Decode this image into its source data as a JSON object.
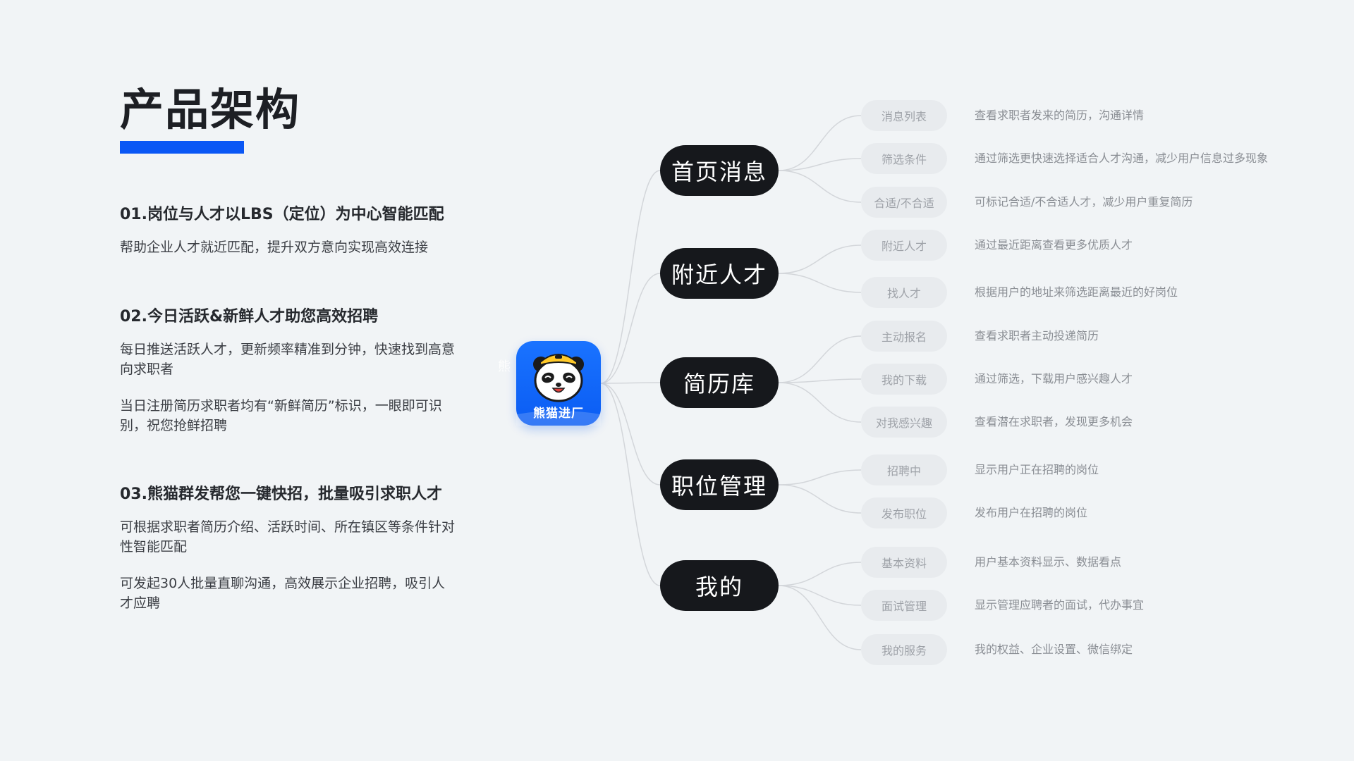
{
  "title": "产品架构",
  "sections": [
    {
      "heading": "01.岗位与人才以LBS（定位）为中心智能匹配",
      "paragraphs": [
        "帮助企业人才就近匹配，提升双方意向实现高效连接"
      ]
    },
    {
      "heading": "02.今日活跃&新鲜人才助您高效招聘",
      "paragraphs": [
        "每日推送活跃人才，更新频率精准到分钟，快速找到高意向求职者",
        "当日注册简历求职者均有“新鲜简历”标识，一眼即可识别，祝您抢鲜招聘"
      ]
    },
    {
      "heading": "03.熊猫群发帮您一键快招，批量吸引求职人才",
      "paragraphs": [
        "可根据求职者简历介绍、活跃时间、所在镇区等条件针对性智能匹配",
        "可发起30人批量直聊沟通，高效展示企业招聘，吸引人才应聘"
      ]
    }
  ],
  "app": {
    "name": "熊猫进厂",
    "faint_label": "熊"
  },
  "mindmap": [
    {
      "label": "首页消息",
      "children": [
        {
          "label": "消息列表",
          "desc": "查看求职者发来的简历，沟通详情"
        },
        {
          "label": "筛选条件",
          "desc": "通过筛选更快速选择适合人才沟通，减少用户信息过多现象"
        },
        {
          "label": "合适/不合适",
          "desc": "可标记合适/不合适人才，减少用户重复简历"
        }
      ]
    },
    {
      "label": "附近人才",
      "children": [
        {
          "label": "附近人才",
          "desc": "通过最近距离查看更多优质人才"
        },
        {
          "label": "找人才",
          "desc": "根据用户的地址来筛选距离最近的好岗位"
        }
      ]
    },
    {
      "label": "简历库",
      "children": [
        {
          "label": "主动报名",
          "desc": "查看求职者主动投递简历"
        },
        {
          "label": "我的下载",
          "desc": "通过筛选，下载用户感兴趣人才"
        },
        {
          "label": "对我感兴趣",
          "desc": "查看潜在求职者，发现更多机会"
        }
      ]
    },
    {
      "label": "职位管理",
      "children": [
        {
          "label": "招聘中",
          "desc": "显示用户正在招聘的岗位"
        },
        {
          "label": "发布职位",
          "desc": "发布用户在招聘的岗位"
        }
      ]
    },
    {
      "label": "我的",
      "children": [
        {
          "label": "基本资料",
          "desc": "用户基本资料显示、数据看点"
        },
        {
          "label": "面试管理",
          "desc": "显示管理应聘者的面试，代办事宜"
        },
        {
          "label": "我的服务",
          "desc": "我的权益、企业设置、微信绑定"
        }
      ]
    }
  ],
  "colors": {
    "background": "#f1f4f6",
    "accent": "#0a57f5",
    "main_node": "#16181c",
    "sub_node": "#e8ebee",
    "connector": "#d3d6da"
  }
}
